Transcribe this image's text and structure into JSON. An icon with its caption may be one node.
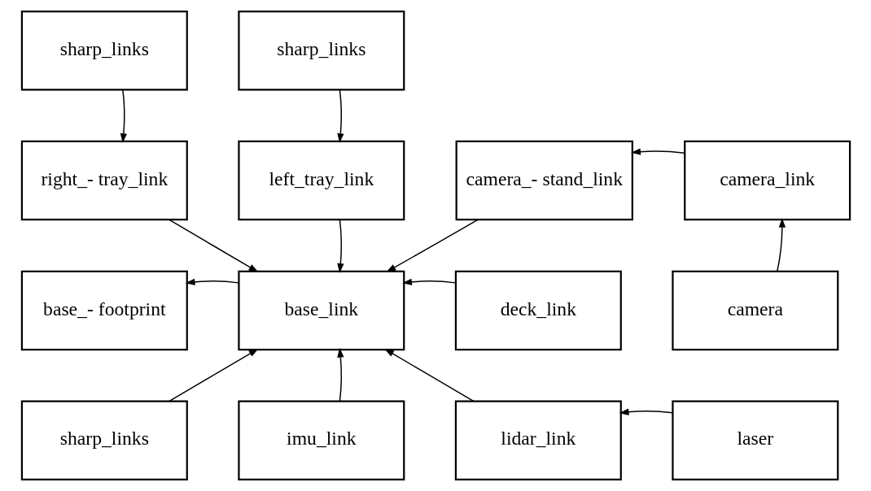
{
  "diagram": {
    "nodes": [
      {
        "text": [
          "sharp_links"
        ]
      },
      {
        "text": [
          "sharp_links"
        ]
      },
      {
        "text": [
          "right_- tray_link"
        ]
      },
      {
        "text": [
          "left_tray_link"
        ]
      },
      {
        "text": [
          "camera_- stand_link"
        ]
      },
      {
        "text": [
          "camera_link"
        ]
      },
      {
        "text": [
          "base_- footprint"
        ]
      },
      {
        "text": [
          "base_link"
        ]
      },
      {
        "text": [
          "deck_link"
        ]
      },
      {
        "text": [
          "camera"
        ]
      },
      {
        "text": [
          "sharp_links"
        ]
      },
      {
        "text": [
          "imu_link"
        ]
      },
      {
        "text": [
          "lidar_link"
        ]
      },
      {
        "text": [
          "laser"
        ]
      }
    ],
    "edges": [
      {
        "from": 0,
        "to": 2,
        "arrow": "to"
      },
      {
        "from": 1,
        "to": 3,
        "arrow": "to"
      },
      {
        "from": 5,
        "to": 4,
        "arrow": "to"
      },
      {
        "from": 2,
        "to": 7,
        "arrow": "to"
      },
      {
        "from": 3,
        "to": 7,
        "arrow": "to"
      },
      {
        "from": 4,
        "to": 7,
        "arrow": "to"
      },
      {
        "from": 7,
        "to": 6,
        "arrow": "to"
      },
      {
        "from": 8,
        "to": 7,
        "arrow": "to"
      },
      {
        "from": 9,
        "to": 5,
        "arrow": "to"
      },
      {
        "from": 10,
        "to": 7,
        "arrow": "to"
      },
      {
        "from": 11,
        "to": 7,
        "arrow": "to"
      },
      {
        "from": 12,
        "to": 7,
        "arrow": "to"
      },
      {
        "from": 13,
        "to": 12,
        "arrow": "to"
      }
    ]
  }
}
